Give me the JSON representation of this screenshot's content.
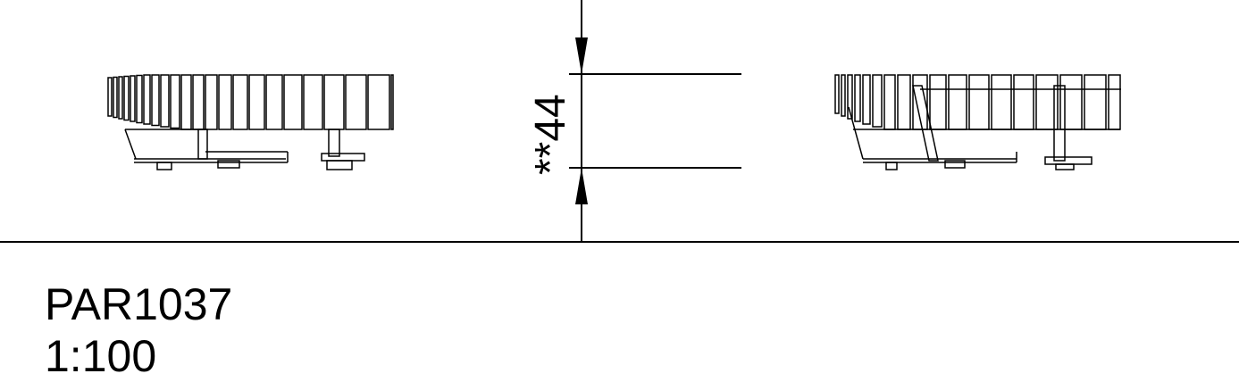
{
  "drawing": {
    "dimension_label": "**44",
    "line_color": "#000000",
    "background": "#ffffff"
  },
  "title_block": {
    "part_number": "PAR1037",
    "scale": "1:100"
  }
}
